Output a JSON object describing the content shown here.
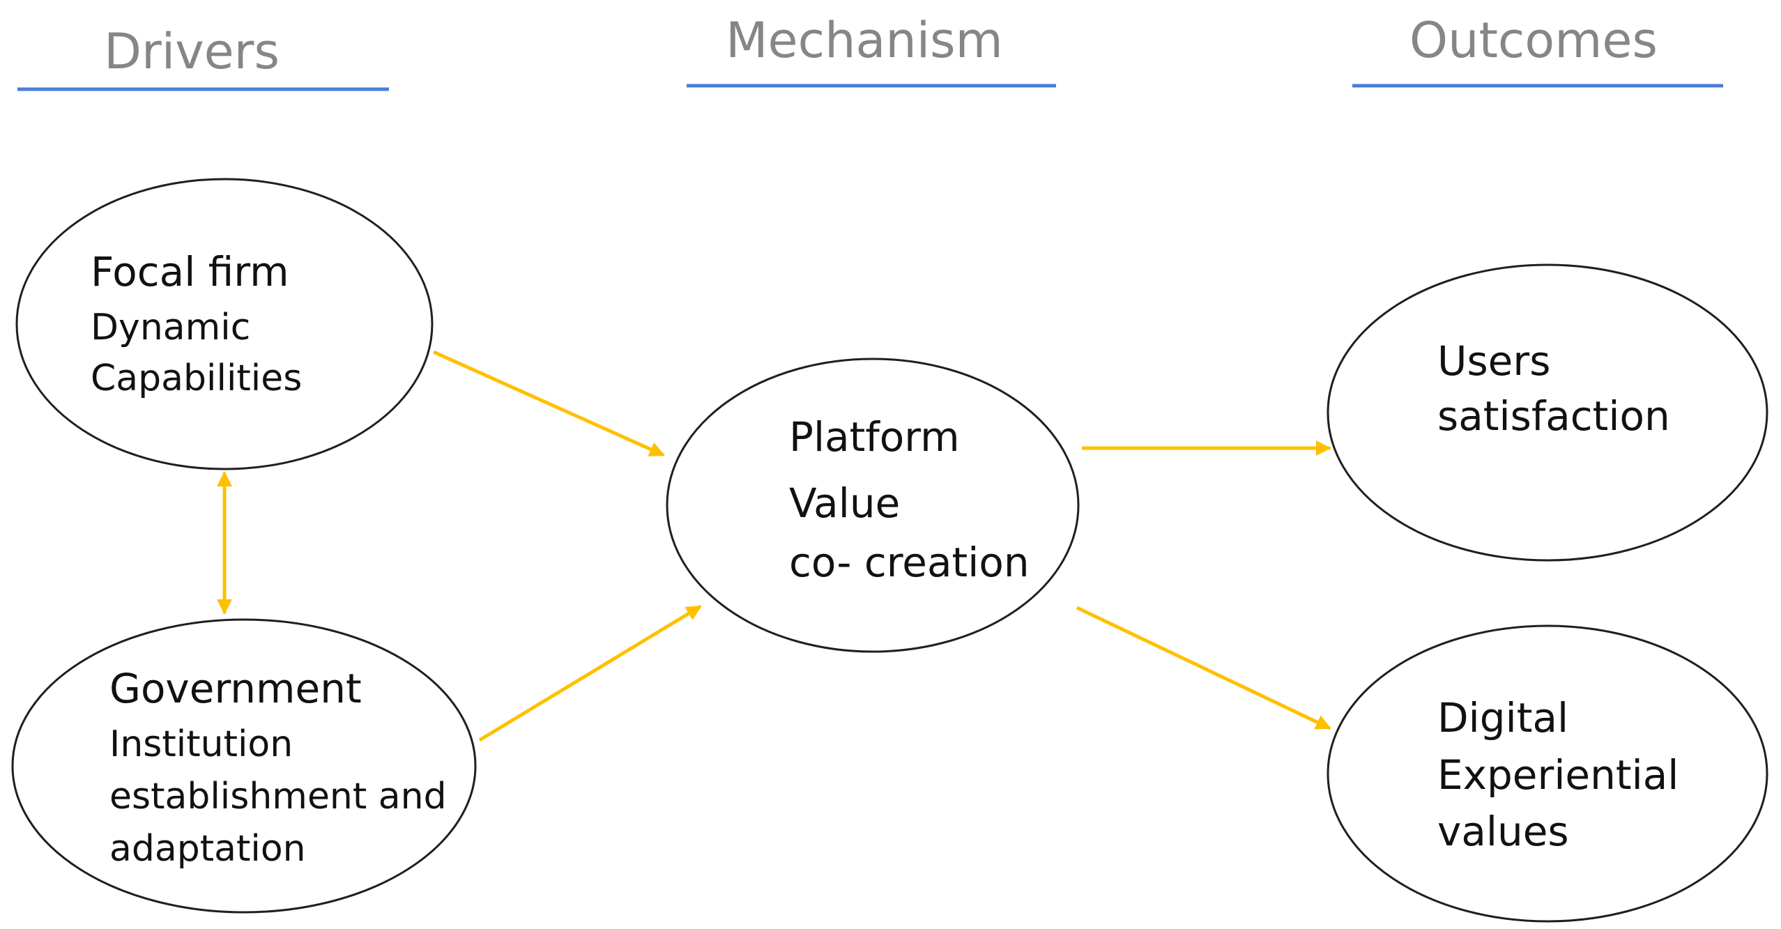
{
  "headers": {
    "drivers": "Drivers",
    "mechanism": "Mechanism",
    "outcomes": "Outcomes"
  },
  "nodes": {
    "focal_firm": {
      "title": "Focal firm",
      "lines": [
        "Dynamic",
        "Capabilities"
      ]
    },
    "government": {
      "title": "Government",
      "lines": [
        "Institution",
        "establishment and",
        "adaptation"
      ]
    },
    "platform": {
      "lines": [
        "Platform",
        "Value",
        "co- creation"
      ]
    },
    "users": {
      "lines": [
        "Users",
        "satisfaction"
      ]
    },
    "digital": {
      "lines": [
        "Digital",
        "Experiential",
        "values"
      ]
    }
  },
  "colors": {
    "header_text": "#868686",
    "header_underline": "#4A7DD8",
    "arrow": "#FFC000",
    "ellipse_stroke": "#1f1f1f"
  }
}
